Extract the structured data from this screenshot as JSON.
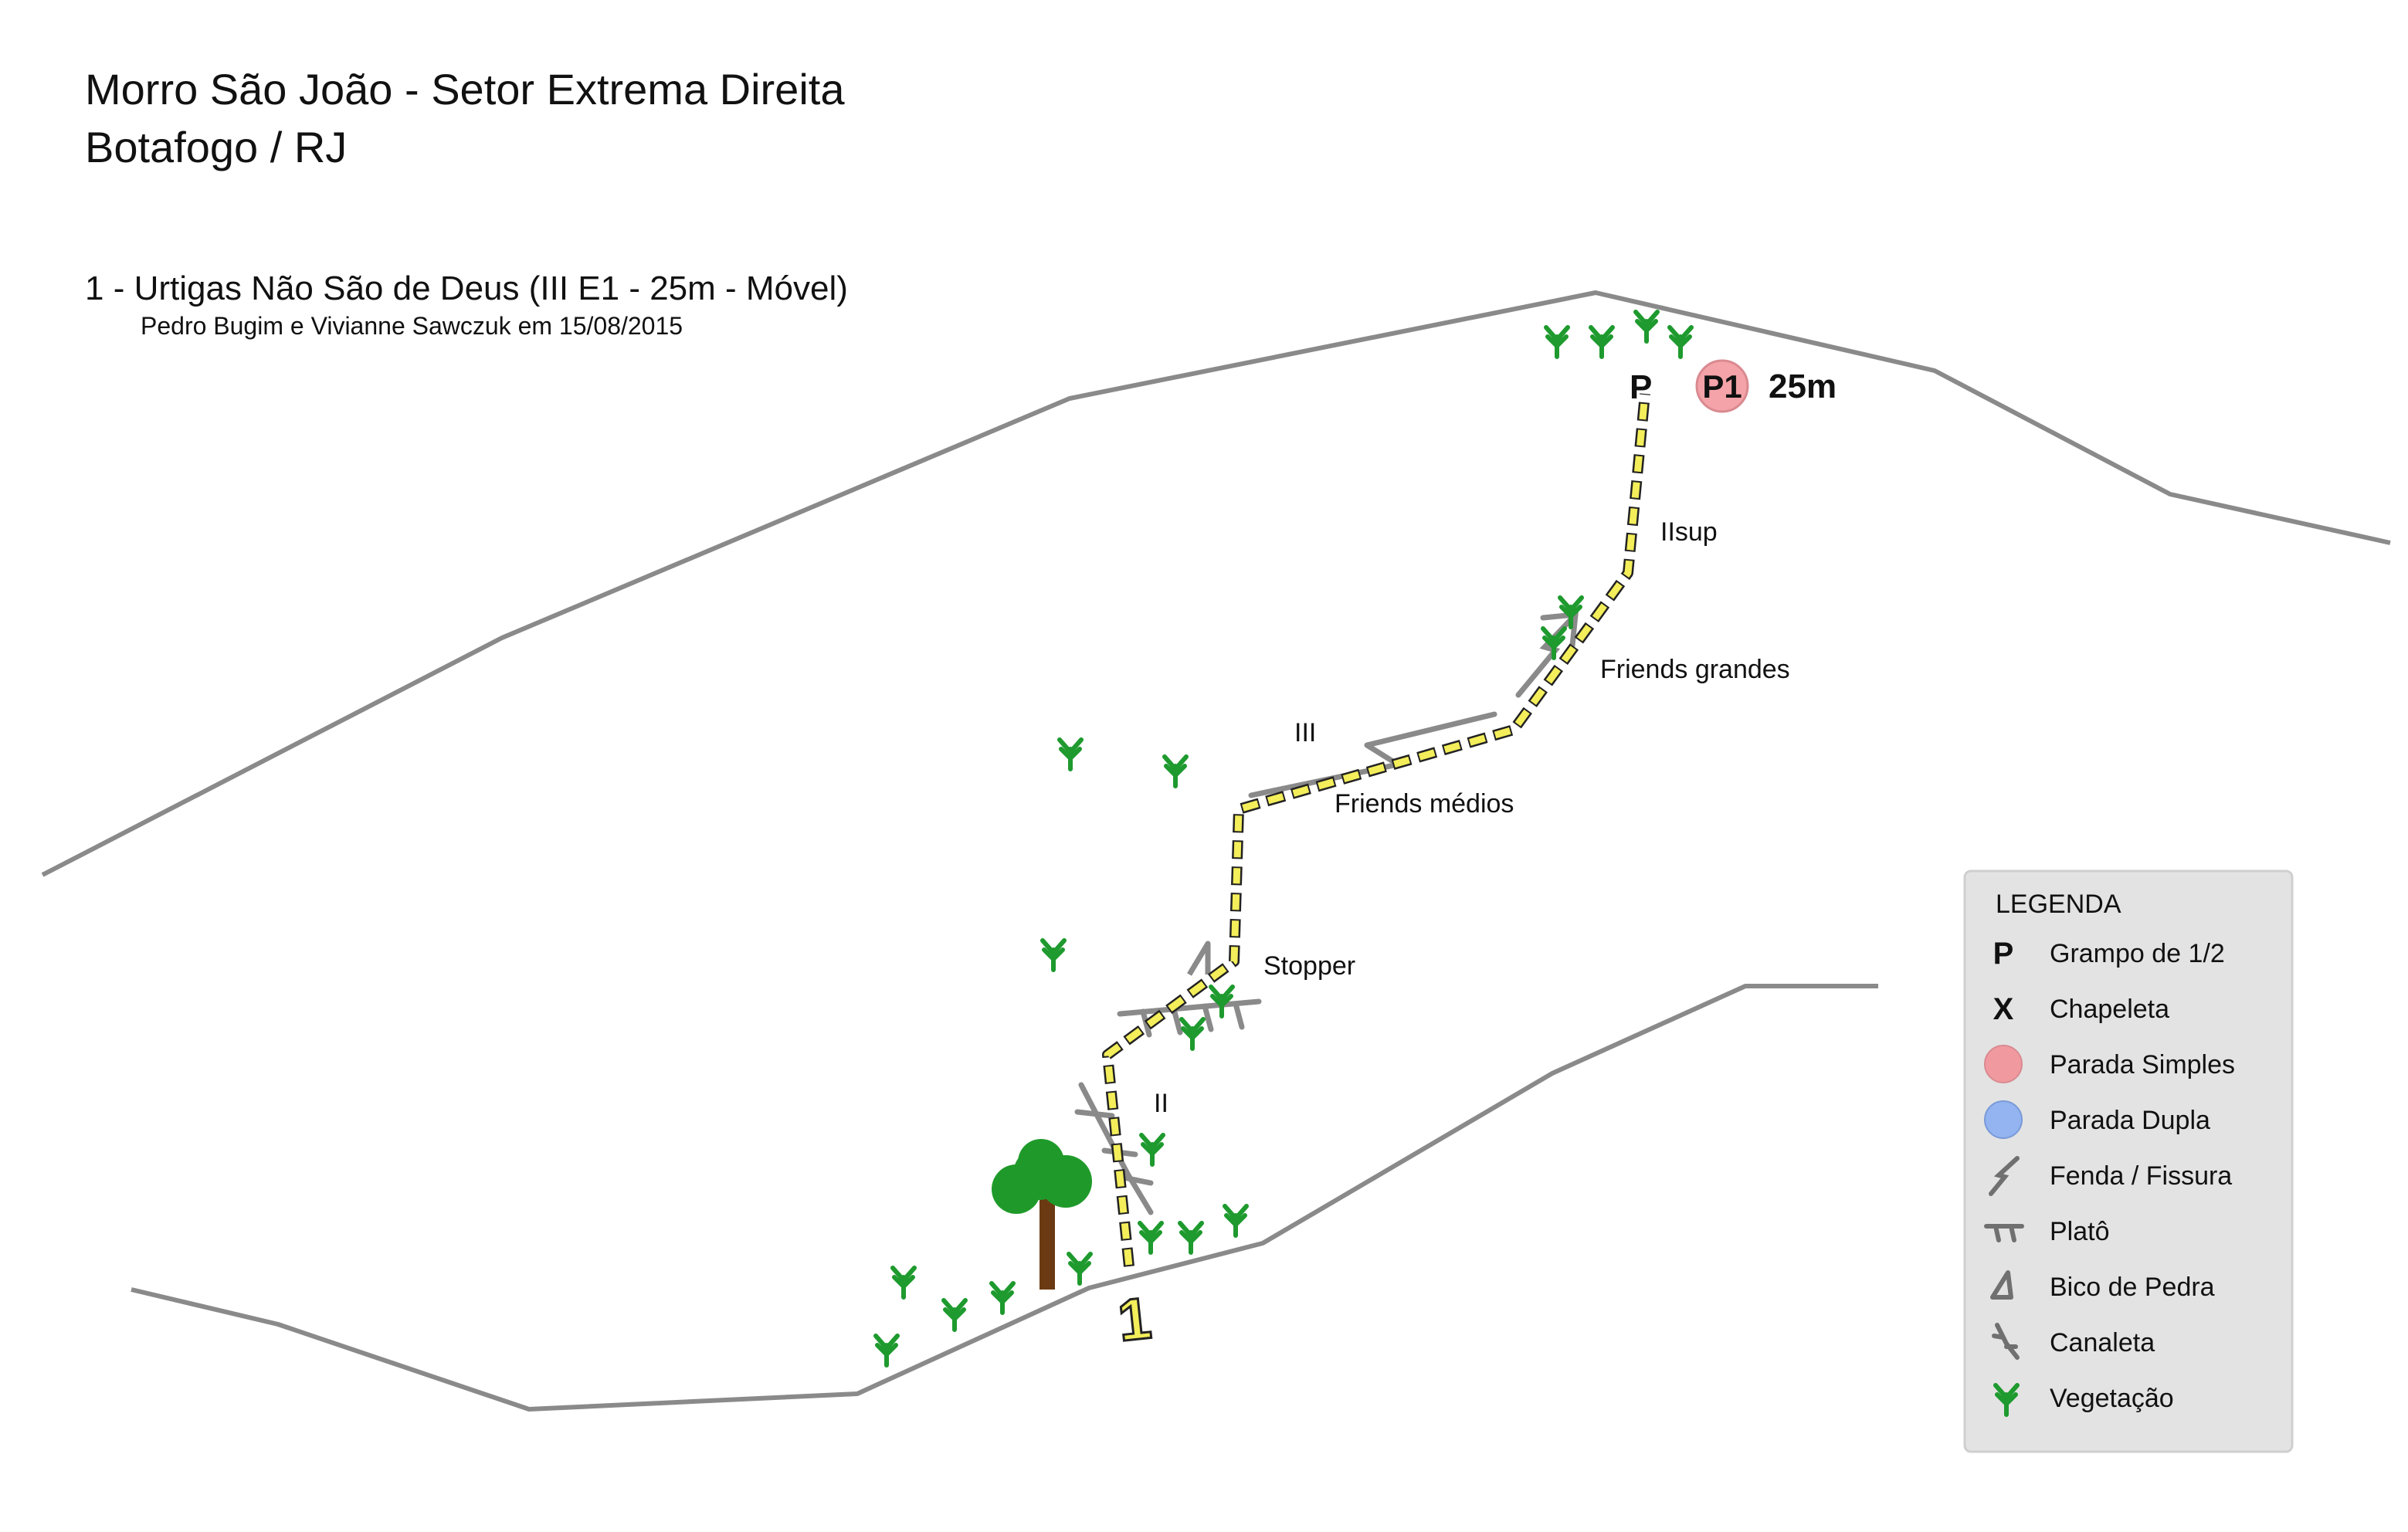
{
  "header": {
    "title_line1": "Morro São João - Setor Extrema Direita",
    "title_line2": "Botafogo / RJ"
  },
  "route": {
    "name": "1 - Urtigas Não São de Deus (III E1 - 25m - Móvel)",
    "authors": "Pedro Bugim e Vivianne Sawczuk em 15/08/2015",
    "number": "1"
  },
  "anchor": {
    "bolt_symbol": "P",
    "belay_label": "P1",
    "belay_height": "25m",
    "belay_color": "#f4a3a8"
  },
  "annotations": {
    "grade_top": "IIsup",
    "friends_large": "Friends grandes",
    "grade_mid": "III",
    "friends_medium": "Friends médios",
    "stopper": "Stopper",
    "grade_low": "II"
  },
  "legend": {
    "title": "LEGENDA",
    "items": [
      {
        "symbol": "P",
        "label": "Grampo de 1/2"
      },
      {
        "symbol": "X",
        "label": "Chapeleta"
      },
      {
        "symbol": "red-circle",
        "label": "Parada Simples",
        "color": "#f09aa0"
      },
      {
        "symbol": "blue-circle",
        "label": "Parada Dupla",
        "color": "#93b4f0"
      },
      {
        "symbol": "crack-icon",
        "label": "Fenda / Fissura"
      },
      {
        "symbol": "ledge-icon",
        "label": "Platô"
      },
      {
        "symbol": "flake-icon",
        "label": "Bico de Pedra"
      },
      {
        "symbol": "gully-icon",
        "label": "Canaleta"
      },
      {
        "symbol": "plant-icon",
        "label": "Vegetação"
      }
    ]
  },
  "colors": {
    "rock_outline": "#8a8a8a",
    "route_line": "#f3ee5a",
    "vegetation": "#1e9a2e",
    "tree_crown": "#1f9a2a",
    "tree_trunk": "#6b3a12",
    "legend_bg": "#e3e3e3"
  }
}
